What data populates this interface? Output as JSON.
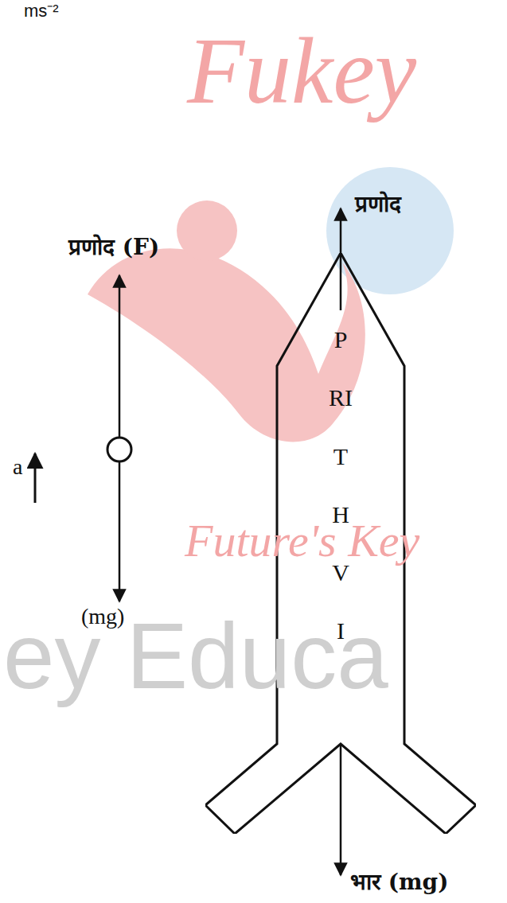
{
  "diagram": {
    "nodes": [
      {
        "text": [
          "PRITHVI"
        ]
      }
    ],
    "labels": [
      "ms⁻²",
      "Fukey",
      "प्रणोद (F)",
      "a",
      "(mg)",
      "प्रणोद",
      "Future's Key",
      "ey Educa",
      "भार (mg)"
    ]
  }
}
